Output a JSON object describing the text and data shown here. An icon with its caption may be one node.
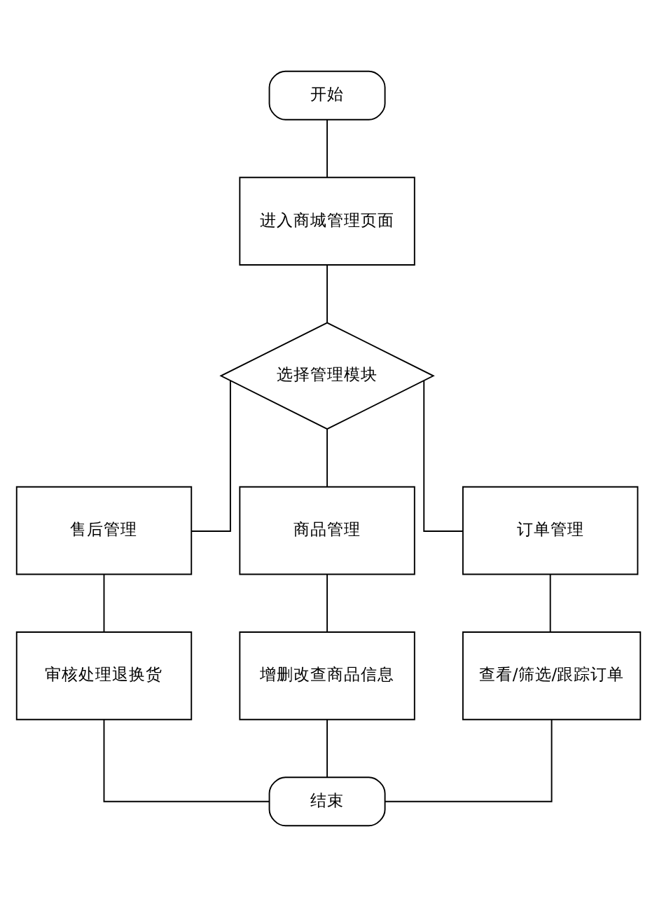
{
  "diagram": {
    "nodes": [
      {
        "text": [
          "开始"
        ]
      },
      {
        "text": [
          "进入商城管理页面"
        ]
      },
      {
        "text": [
          "选择管理模块"
        ]
      },
      {
        "text": [
          "售后管理"
        ]
      },
      {
        "text": [
          "商品管理"
        ]
      },
      {
        "text": [
          "订单管理"
        ]
      },
      {
        "text": [
          "审核处理退换货"
        ]
      },
      {
        "text": [
          "增删改查商品信息"
        ]
      },
      {
        "text": [
          "查看/筛选/跟踪订单"
        ]
      },
      {
        "text": [
          "结束"
        ]
      }
    ],
    "edges": [
      {
        "from": 0,
        "to": 1,
        "arrow": "none"
      },
      {
        "from": 1,
        "to": 2,
        "arrow": "none"
      },
      {
        "from": 2,
        "to": 3,
        "arrow": "none"
      },
      {
        "from": 2,
        "to": 4,
        "arrow": "none"
      },
      {
        "from": 2,
        "to": 5,
        "arrow": "none"
      },
      {
        "from": 3,
        "to": 6,
        "arrow": "none"
      },
      {
        "from": 4,
        "to": 7,
        "arrow": "none"
      },
      {
        "from": 5,
        "to": 8,
        "arrow": "none"
      },
      {
        "from": 6,
        "to": 9,
        "arrow": "none"
      },
      {
        "from": 7,
        "to": 9,
        "arrow": "none"
      },
      {
        "from": 8,
        "to": 9,
        "arrow": "none"
      }
    ]
  }
}
